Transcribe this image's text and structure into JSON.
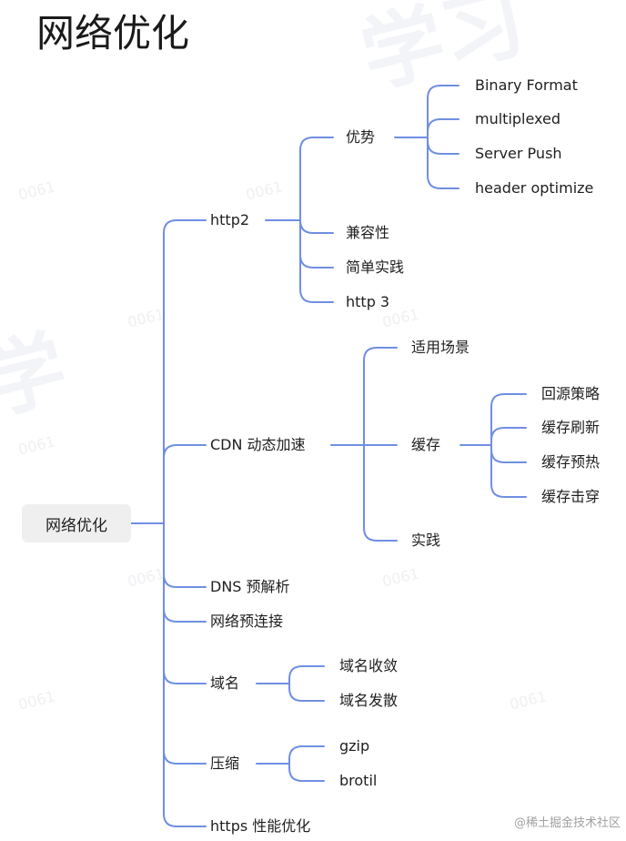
{
  "title": "网络优化",
  "root": "网络优化",
  "nodes": {
    "http2": "http2",
    "youshi": "优势",
    "binary": "Binary Format",
    "multiplexed": "multiplexed",
    "serverpush": "Server Push",
    "header": "header optimize",
    "jianrong": "兼容性",
    "jiandan": "简单实践",
    "http3": "http 3",
    "cdn": "CDN 动态加速",
    "shiyong": "适用场景",
    "huancun": "缓存",
    "huiyuan": "回源策略",
    "shuaxin": "缓存刷新",
    "yure": "缓存预热",
    "jichuan": "缓存击穿",
    "shijian": "实践",
    "dns": "DNS 预解析",
    "yulianjie": "网络预连接",
    "yuming": "域名",
    "shoulian": "域名收敛",
    "fasan": "域名发散",
    "yasuo": "压缩",
    "gzip": "gzip",
    "brotil": "brotil",
    "https": "https 性能优化"
  },
  "watermark": "@稀土掘金技术社区",
  "colors": {
    "line": "#6f8fe3",
    "root_bg": "#efefef"
  }
}
